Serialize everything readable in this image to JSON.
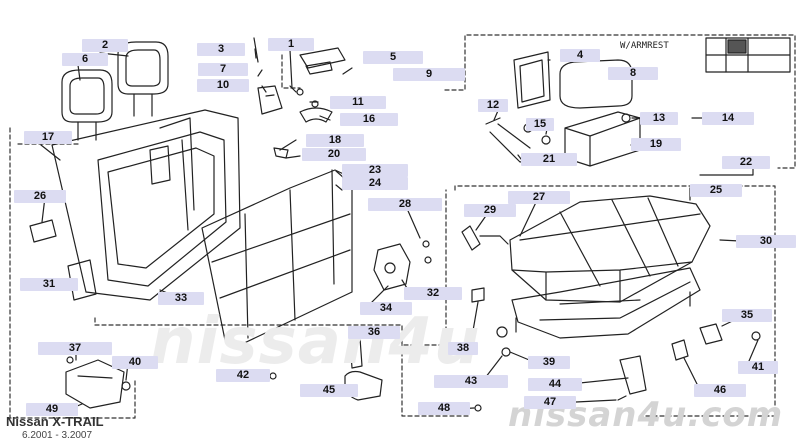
{
  "diagram": {
    "callouts": [
      "2",
      "6",
      "3",
      "1",
      "5",
      "7",
      "9",
      "10",
      "11",
      "16",
      "17",
      "18",
      "20",
      "23",
      "24",
      "26",
      "28",
      "31",
      "33",
      "34",
      "32",
      "36",
      "37",
      "40",
      "42",
      "45",
      "49",
      "48",
      "4",
      "8",
      "12",
      "15",
      "13",
      "19",
      "14",
      "21",
      "22",
      "25",
      "27",
      "29",
      "30",
      "35",
      "38",
      "39",
      "41",
      "43",
      "44",
      "46",
      "47"
    ],
    "armrest_label": "W/ARMREST",
    "model_label": "Nissan X-TRAIL",
    "date_label": "6.2001 - 3.2007",
    "watermark_center": "nissan4u",
    "watermark_bottom": "nissan4u.com"
  },
  "colors": {
    "callout_bg": "#dcdcf2",
    "line": "#222222",
    "watermark": "#d4d4d4"
  }
}
